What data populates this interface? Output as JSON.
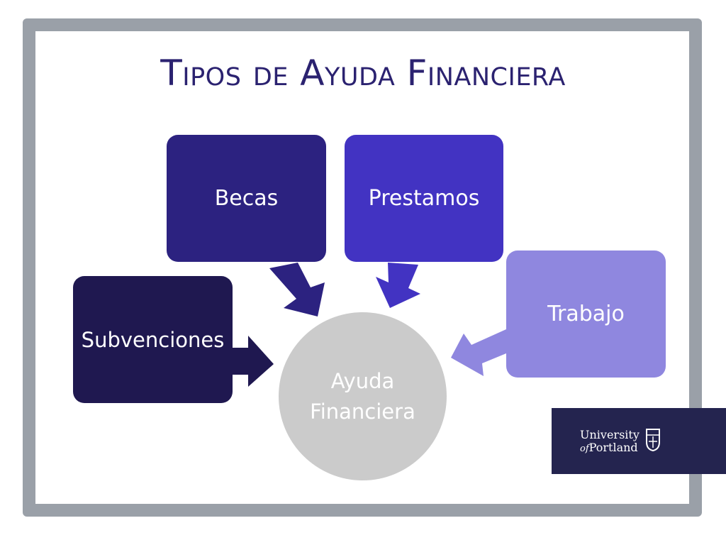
{
  "slide": {
    "title": "Tipos de Ayuda Financiera",
    "colors": {
      "frame": "#9aa0a8",
      "title": "#2b2270",
      "subvenciones": "#1f1850",
      "becas": "#2c2280",
      "prestamos": "#4233c2",
      "trabajo": "#8f87df",
      "center": "#cbcbcb",
      "logo_bg": "#24244f"
    }
  },
  "diagram": {
    "center": {
      "line1": "Ayuda",
      "line2": "Financiera"
    },
    "nodes": {
      "subvenciones": "Subvenciones",
      "becas": "Becas",
      "prestamos": "Prestamos",
      "trabajo": "Trabajo"
    }
  },
  "logo": {
    "line1": "University",
    "line2_prefix": "of",
    "line2_name": "Portland"
  }
}
